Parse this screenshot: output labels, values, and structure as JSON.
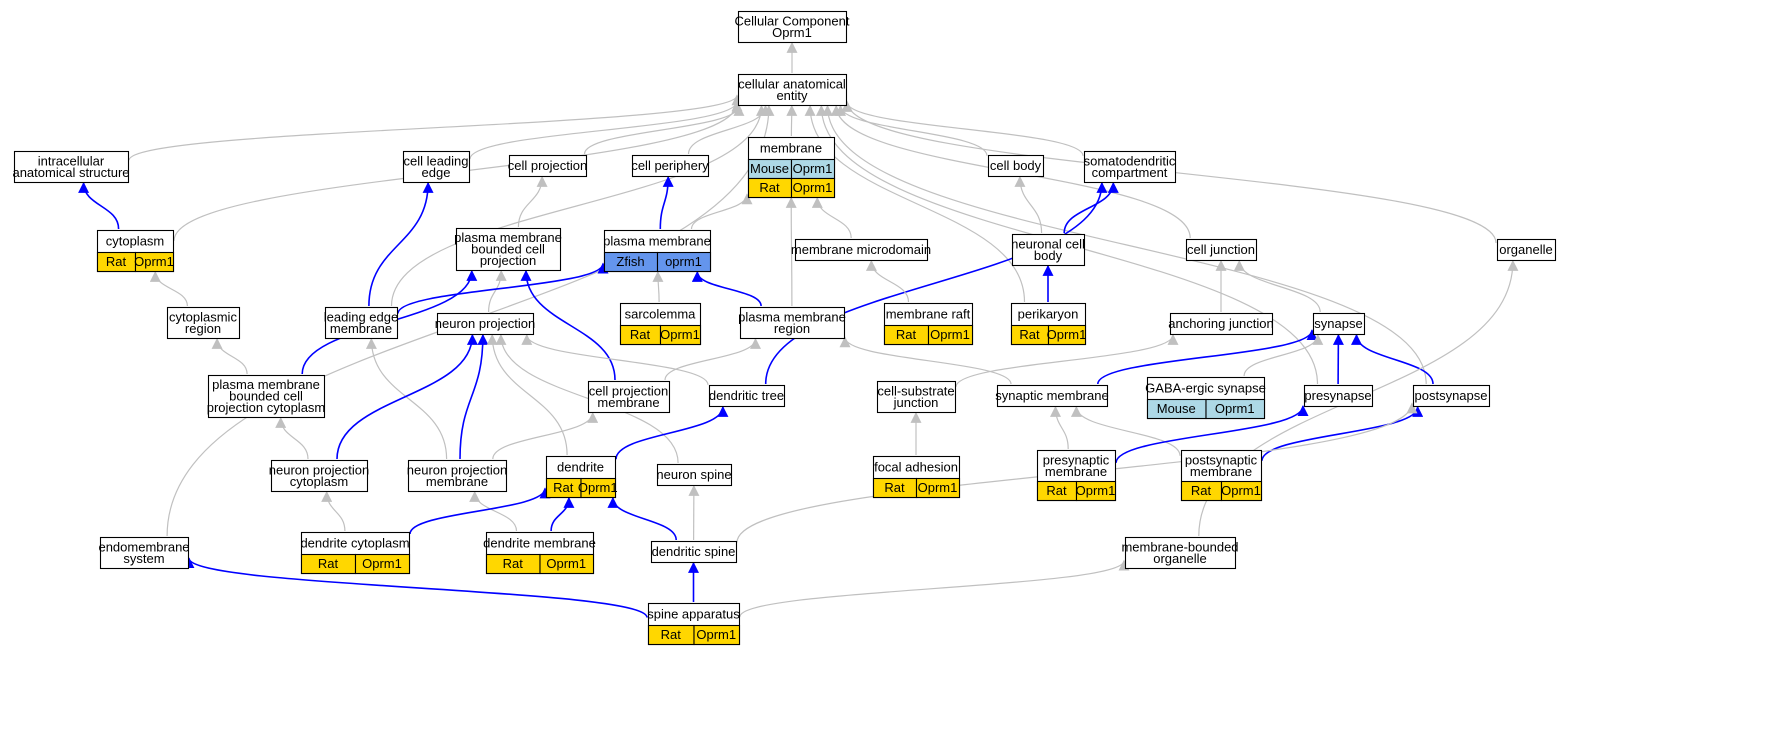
{
  "colors": {
    "gray_edge": "#c0c0c0",
    "blue_edge": "#0000ff",
    "rat": "#ffd700",
    "mouse": "#add8e6",
    "zfish": "#6495ed"
  },
  "nodes": [
    {
      "id": "cc",
      "label": [
        "Cellular Component",
        "Oprm1"
      ],
      "tags": []
    },
    {
      "id": "cae",
      "label": [
        "cellular anatomical",
        "entity"
      ],
      "tags": []
    },
    {
      "id": "ias",
      "label": [
        "intracellular",
        "anatomical structure"
      ],
      "tags": []
    },
    {
      "id": "cle",
      "label": [
        "cell leading",
        "edge"
      ],
      "tags": []
    },
    {
      "id": "cproj",
      "label": [
        "cell projection"
      ],
      "tags": []
    },
    {
      "id": "cper",
      "label": [
        "cell periphery"
      ],
      "tags": []
    },
    {
      "id": "mem",
      "label": [
        "membrane"
      ],
      "tags": [
        [
          "Mouse",
          "Oprm1",
          "mouse"
        ],
        [
          "Rat",
          "Oprm1",
          "rat"
        ]
      ]
    },
    {
      "id": "cbody",
      "label": [
        "cell body"
      ],
      "tags": []
    },
    {
      "id": "sdc",
      "label": [
        "somatodendritic",
        "compartment"
      ],
      "tags": []
    },
    {
      "id": "cyto",
      "label": [
        "cytoplasm"
      ],
      "tags": [
        [
          "Rat",
          "Oprm1",
          "rat"
        ]
      ]
    },
    {
      "id": "pmbcp",
      "label": [
        "plasma membrane",
        "bounded cell",
        "projection"
      ],
      "tags": []
    },
    {
      "id": "pm",
      "label": [
        "plasma membrane"
      ],
      "tags": [
        [
          "Zfish",
          "oprm1",
          "zfish"
        ]
      ]
    },
    {
      "id": "mmd",
      "label": [
        "membrane microdomain"
      ],
      "tags": []
    },
    {
      "id": "ncb",
      "label": [
        "neuronal cell",
        "body"
      ],
      "tags": []
    },
    {
      "id": "cj",
      "label": [
        "cell junction"
      ],
      "tags": []
    },
    {
      "id": "org",
      "label": [
        "organelle"
      ],
      "tags": []
    },
    {
      "id": "creg",
      "label": [
        "cytoplasmic",
        "region"
      ],
      "tags": []
    },
    {
      "id": "lem",
      "label": [
        "leading edge",
        "membrane"
      ],
      "tags": []
    },
    {
      "id": "np",
      "label": [
        "neuron projection"
      ],
      "tags": []
    },
    {
      "id": "sarc",
      "label": [
        "sarcolemma"
      ],
      "tags": [
        [
          "Rat",
          "Oprm1",
          "rat"
        ]
      ]
    },
    {
      "id": "pmr",
      "label": [
        "plasma membrane",
        "region"
      ],
      "tags": []
    },
    {
      "id": "mraft",
      "label": [
        "membrane raft"
      ],
      "tags": [
        [
          "Rat",
          "Oprm1",
          "rat"
        ]
      ]
    },
    {
      "id": "peri",
      "label": [
        "perikaryon"
      ],
      "tags": [
        [
          "Rat",
          "Oprm1",
          "rat"
        ]
      ]
    },
    {
      "id": "aj",
      "label": [
        "anchoring junction"
      ],
      "tags": []
    },
    {
      "id": "syn",
      "label": [
        "synapse"
      ],
      "tags": []
    },
    {
      "id": "pmbcpc",
      "label": [
        "plasma membrane",
        "bounded cell",
        "projection cytoplasm"
      ],
      "tags": []
    },
    {
      "id": "cpm",
      "label": [
        "cell projection",
        "membrane"
      ],
      "tags": []
    },
    {
      "id": "dtree",
      "label": [
        "dendritic tree"
      ],
      "tags": []
    },
    {
      "id": "csj",
      "label": [
        "cell-substrate",
        "junction"
      ],
      "tags": []
    },
    {
      "id": "synm",
      "label": [
        "synaptic membrane"
      ],
      "tags": []
    },
    {
      "id": "gaba",
      "label": [
        "GABA-ergic synapse"
      ],
      "tags": [
        [
          "Mouse",
          "Oprm1",
          "mouse"
        ]
      ]
    },
    {
      "id": "pre",
      "label": [
        "presynapse"
      ],
      "tags": []
    },
    {
      "id": "post",
      "label": [
        "postsynapse"
      ],
      "tags": []
    },
    {
      "id": "npc",
      "label": [
        "neuron projection",
        "cytoplasm"
      ],
      "tags": []
    },
    {
      "id": "npm",
      "label": [
        "neuron projection",
        "membrane"
      ],
      "tags": []
    },
    {
      "id": "dend",
      "label": [
        "dendrite"
      ],
      "tags": [
        [
          "Rat",
          "Oprm1",
          "rat"
        ]
      ]
    },
    {
      "id": "nspine",
      "label": [
        "neuron spine"
      ],
      "tags": []
    },
    {
      "id": "fadh",
      "label": [
        "focal adhesion"
      ],
      "tags": [
        [
          "Rat",
          "Oprm1",
          "rat"
        ]
      ]
    },
    {
      "id": "prem",
      "label": [
        "presynaptic",
        "membrane"
      ],
      "tags": [
        [
          "Rat",
          "Oprm1",
          "rat"
        ]
      ]
    },
    {
      "id": "postm",
      "label": [
        "postsynaptic",
        "membrane"
      ],
      "tags": [
        [
          "Rat",
          "Oprm1",
          "rat"
        ]
      ]
    },
    {
      "id": "ems",
      "label": [
        "endomembrane",
        "system"
      ],
      "tags": []
    },
    {
      "id": "dcyto",
      "label": [
        "dendrite cytoplasm"
      ],
      "tags": [
        [
          "Rat",
          "Oprm1",
          "rat"
        ]
      ]
    },
    {
      "id": "dmem",
      "label": [
        "dendrite membrane"
      ],
      "tags": [
        [
          "Rat",
          "Oprm1",
          "rat"
        ]
      ]
    },
    {
      "id": "dspine",
      "label": [
        "dendritic spine"
      ],
      "tags": []
    },
    {
      "id": "mbo",
      "label": [
        "membrane-bounded",
        "organelle"
      ],
      "tags": []
    },
    {
      "id": "sapp",
      "label": [
        "spine apparatus"
      ],
      "tags": [
        [
          "Rat",
          "Oprm1",
          "rat"
        ]
      ]
    }
  ],
  "edges": [
    [
      "cae",
      "cc",
      "gray"
    ],
    [
      "ias",
      "cae",
      "gray"
    ],
    [
      "cle",
      "cae",
      "gray"
    ],
    [
      "cproj",
      "cae",
      "gray"
    ],
    [
      "cper",
      "cae",
      "gray"
    ],
    [
      "mem",
      "cae",
      "gray"
    ],
    [
      "cbody",
      "cae",
      "gray"
    ],
    [
      "sdc",
      "cae",
      "gray"
    ],
    [
      "cj",
      "cae",
      "gray"
    ],
    [
      "org",
      "cae",
      "gray"
    ],
    [
      "cyto",
      "cae",
      "gray"
    ],
    [
      "lem",
      "cae",
      "gray"
    ],
    [
      "ems",
      "cae",
      "gray"
    ],
    [
      "peri",
      "cae",
      "gray"
    ],
    [
      "pre",
      "cae",
      "gray"
    ],
    [
      "post",
      "cae",
      "gray"
    ],
    [
      "cyto",
      "ias",
      "blue"
    ],
    [
      "lem",
      "cle",
      "blue"
    ],
    [
      "pmbcp",
      "cproj",
      "gray"
    ],
    [
      "pm",
      "cper",
      "blue"
    ],
    [
      "pm",
      "mem",
      "gray"
    ],
    [
      "mmd",
      "mem",
      "gray"
    ],
    [
      "pmr",
      "mem",
      "gray"
    ],
    [
      "ncb",
      "cbody",
      "gray"
    ],
    [
      "ncb",
      "sdc",
      "blue"
    ],
    [
      "dtree",
      "sdc",
      "blue"
    ],
    [
      "peri",
      "ncb",
      "blue"
    ],
    [
      "mraft",
      "mmd",
      "gray"
    ],
    [
      "creg",
      "cyto",
      "gray"
    ],
    [
      "pmbcpc",
      "pmbcp",
      "blue"
    ],
    [
      "cpm",
      "pmbcp",
      "blue"
    ],
    [
      "np",
      "pmbcp",
      "gray"
    ],
    [
      "lem",
      "pm",
      "blue"
    ],
    [
      "sarc",
      "pm",
      "gray"
    ],
    [
      "pmr",
      "pm",
      "blue"
    ],
    [
      "aj",
      "cj",
      "gray"
    ],
    [
      "syn",
      "cj",
      "gray"
    ],
    [
      "pmbcpc",
      "creg",
      "gray"
    ],
    [
      "npm",
      "lem",
      "gray"
    ],
    [
      "npc",
      "np",
      "blue"
    ],
    [
      "npm",
      "np",
      "blue"
    ],
    [
      "dend",
      "np",
      "gray"
    ],
    [
      "nspine",
      "np",
      "gray"
    ],
    [
      "dtree",
      "np",
      "gray"
    ],
    [
      "cpm",
      "pmr",
      "gray"
    ],
    [
      "synm",
      "pmr",
      "gray"
    ],
    [
      "csj",
      "aj",
      "gray"
    ],
    [
      "synm",
      "syn",
      "blue"
    ],
    [
      "gaba",
      "syn",
      "gray"
    ],
    [
      "pre",
      "syn",
      "blue"
    ],
    [
      "post",
      "syn",
      "blue"
    ],
    [
      "npc",
      "pmbcpc",
      "gray"
    ],
    [
      "npm",
      "cpm",
      "gray"
    ],
    [
      "dend",
      "dtree",
      "blue"
    ],
    [
      "fadh",
      "csj",
      "gray"
    ],
    [
      "prem",
      "synm",
      "gray"
    ],
    [
      "postm",
      "synm",
      "gray"
    ],
    [
      "prem",
      "pre",
      "blue"
    ],
    [
      "postm",
      "post",
      "blue"
    ],
    [
      "dcyto",
      "npc",
      "gray"
    ],
    [
      "dmem",
      "npm",
      "gray"
    ],
    [
      "dcyto",
      "dend",
      "blue"
    ],
    [
      "dmem",
      "dend",
      "blue"
    ],
    [
      "dspine",
      "dend",
      "blue"
    ],
    [
      "dspine",
      "nspine",
      "gray"
    ],
    [
      "dspine",
      "post",
      "gray"
    ],
    [
      "mbo",
      "org",
      "gray"
    ],
    [
      "sapp",
      "ems",
      "blue"
    ],
    [
      "sapp",
      "dspine",
      "blue"
    ],
    [
      "sapp",
      "mbo",
      "gray"
    ]
  ]
}
